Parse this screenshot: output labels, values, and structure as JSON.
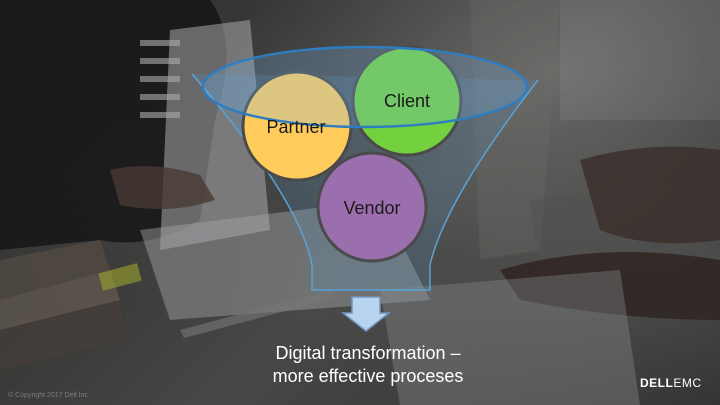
{
  "diagram": {
    "circles": {
      "partner": {
        "label": "Partner",
        "color": "#ffcc5c"
      },
      "client": {
        "label": "Client",
        "color": "#72d13c"
      },
      "vendor": {
        "label": "Vendor",
        "color": "#9b6fae"
      }
    },
    "funnel_color": "#5aa3d9",
    "arrow_color": "#b8d3ee"
  },
  "caption": {
    "line1": "Digital transformation –",
    "line2": "more effective proceses"
  },
  "footer": {
    "copyright": "© Copyright 2017 Dell Inc."
  },
  "logo": {
    "part1": "DELL",
    "part2": "EMC"
  }
}
